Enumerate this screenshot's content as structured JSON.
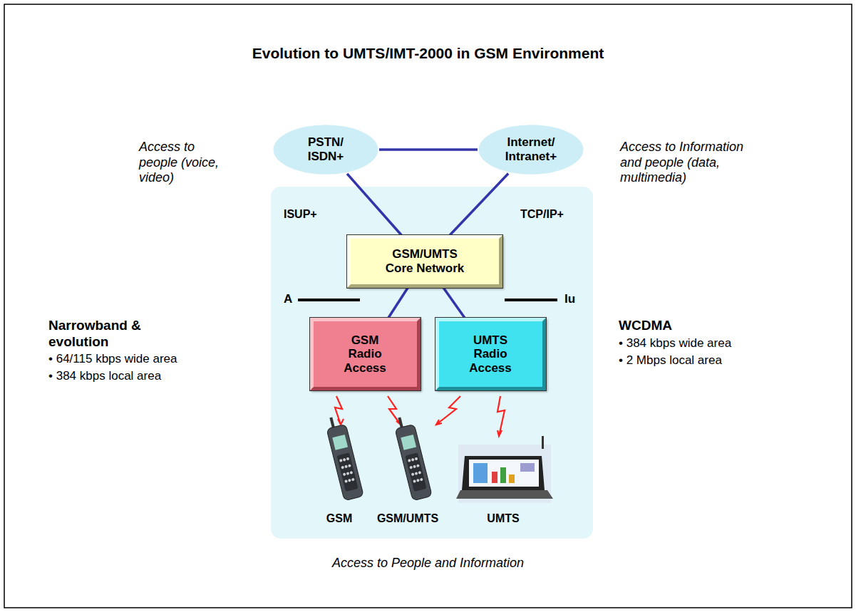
{
  "diagram": {
    "title": "Evolution to UMTS/IMT-2000 in GSM Environment",
    "caption": "Access to People and Information",
    "nodes": [
      {
        "text": [
          "PSTN/ ISDN+"
        ]
      },
      {
        "text": [
          "Internet/ Intranet+"
        ]
      },
      {
        "text": [
          "GSM/UMTS Core Network"
        ]
      },
      {
        "text": [
          "GSM Radio Access"
        ]
      },
      {
        "text": [
          "UMTS Radio Access"
        ]
      }
    ],
    "edges": [
      {
        "from": 0,
        "to": 1,
        "arrow": "none"
      },
      {
        "from": 0,
        "to": 2,
        "arrow": "none"
      },
      {
        "from": 1,
        "to": 2,
        "arrow": "none"
      },
      {
        "from": 2,
        "to": 3,
        "arrow": "none"
      },
      {
        "from": 2,
        "to": 4,
        "arrow": "none"
      }
    ],
    "labels": [
      "Access to people (voice, video)",
      "Access to Information and people (data, multimedia)",
      "ISUP+",
      "TCP/IP+",
      "A",
      "Iu",
      "Narrowband & evolution",
      "• 64/115 kbps wide area",
      "• 384 kbps local area",
      "WCDMA",
      "• 384 kbps wide area",
      "• 2 Mbps local area",
      "GSM",
      "GSM/UMTS",
      "UMTS"
    ]
  }
}
